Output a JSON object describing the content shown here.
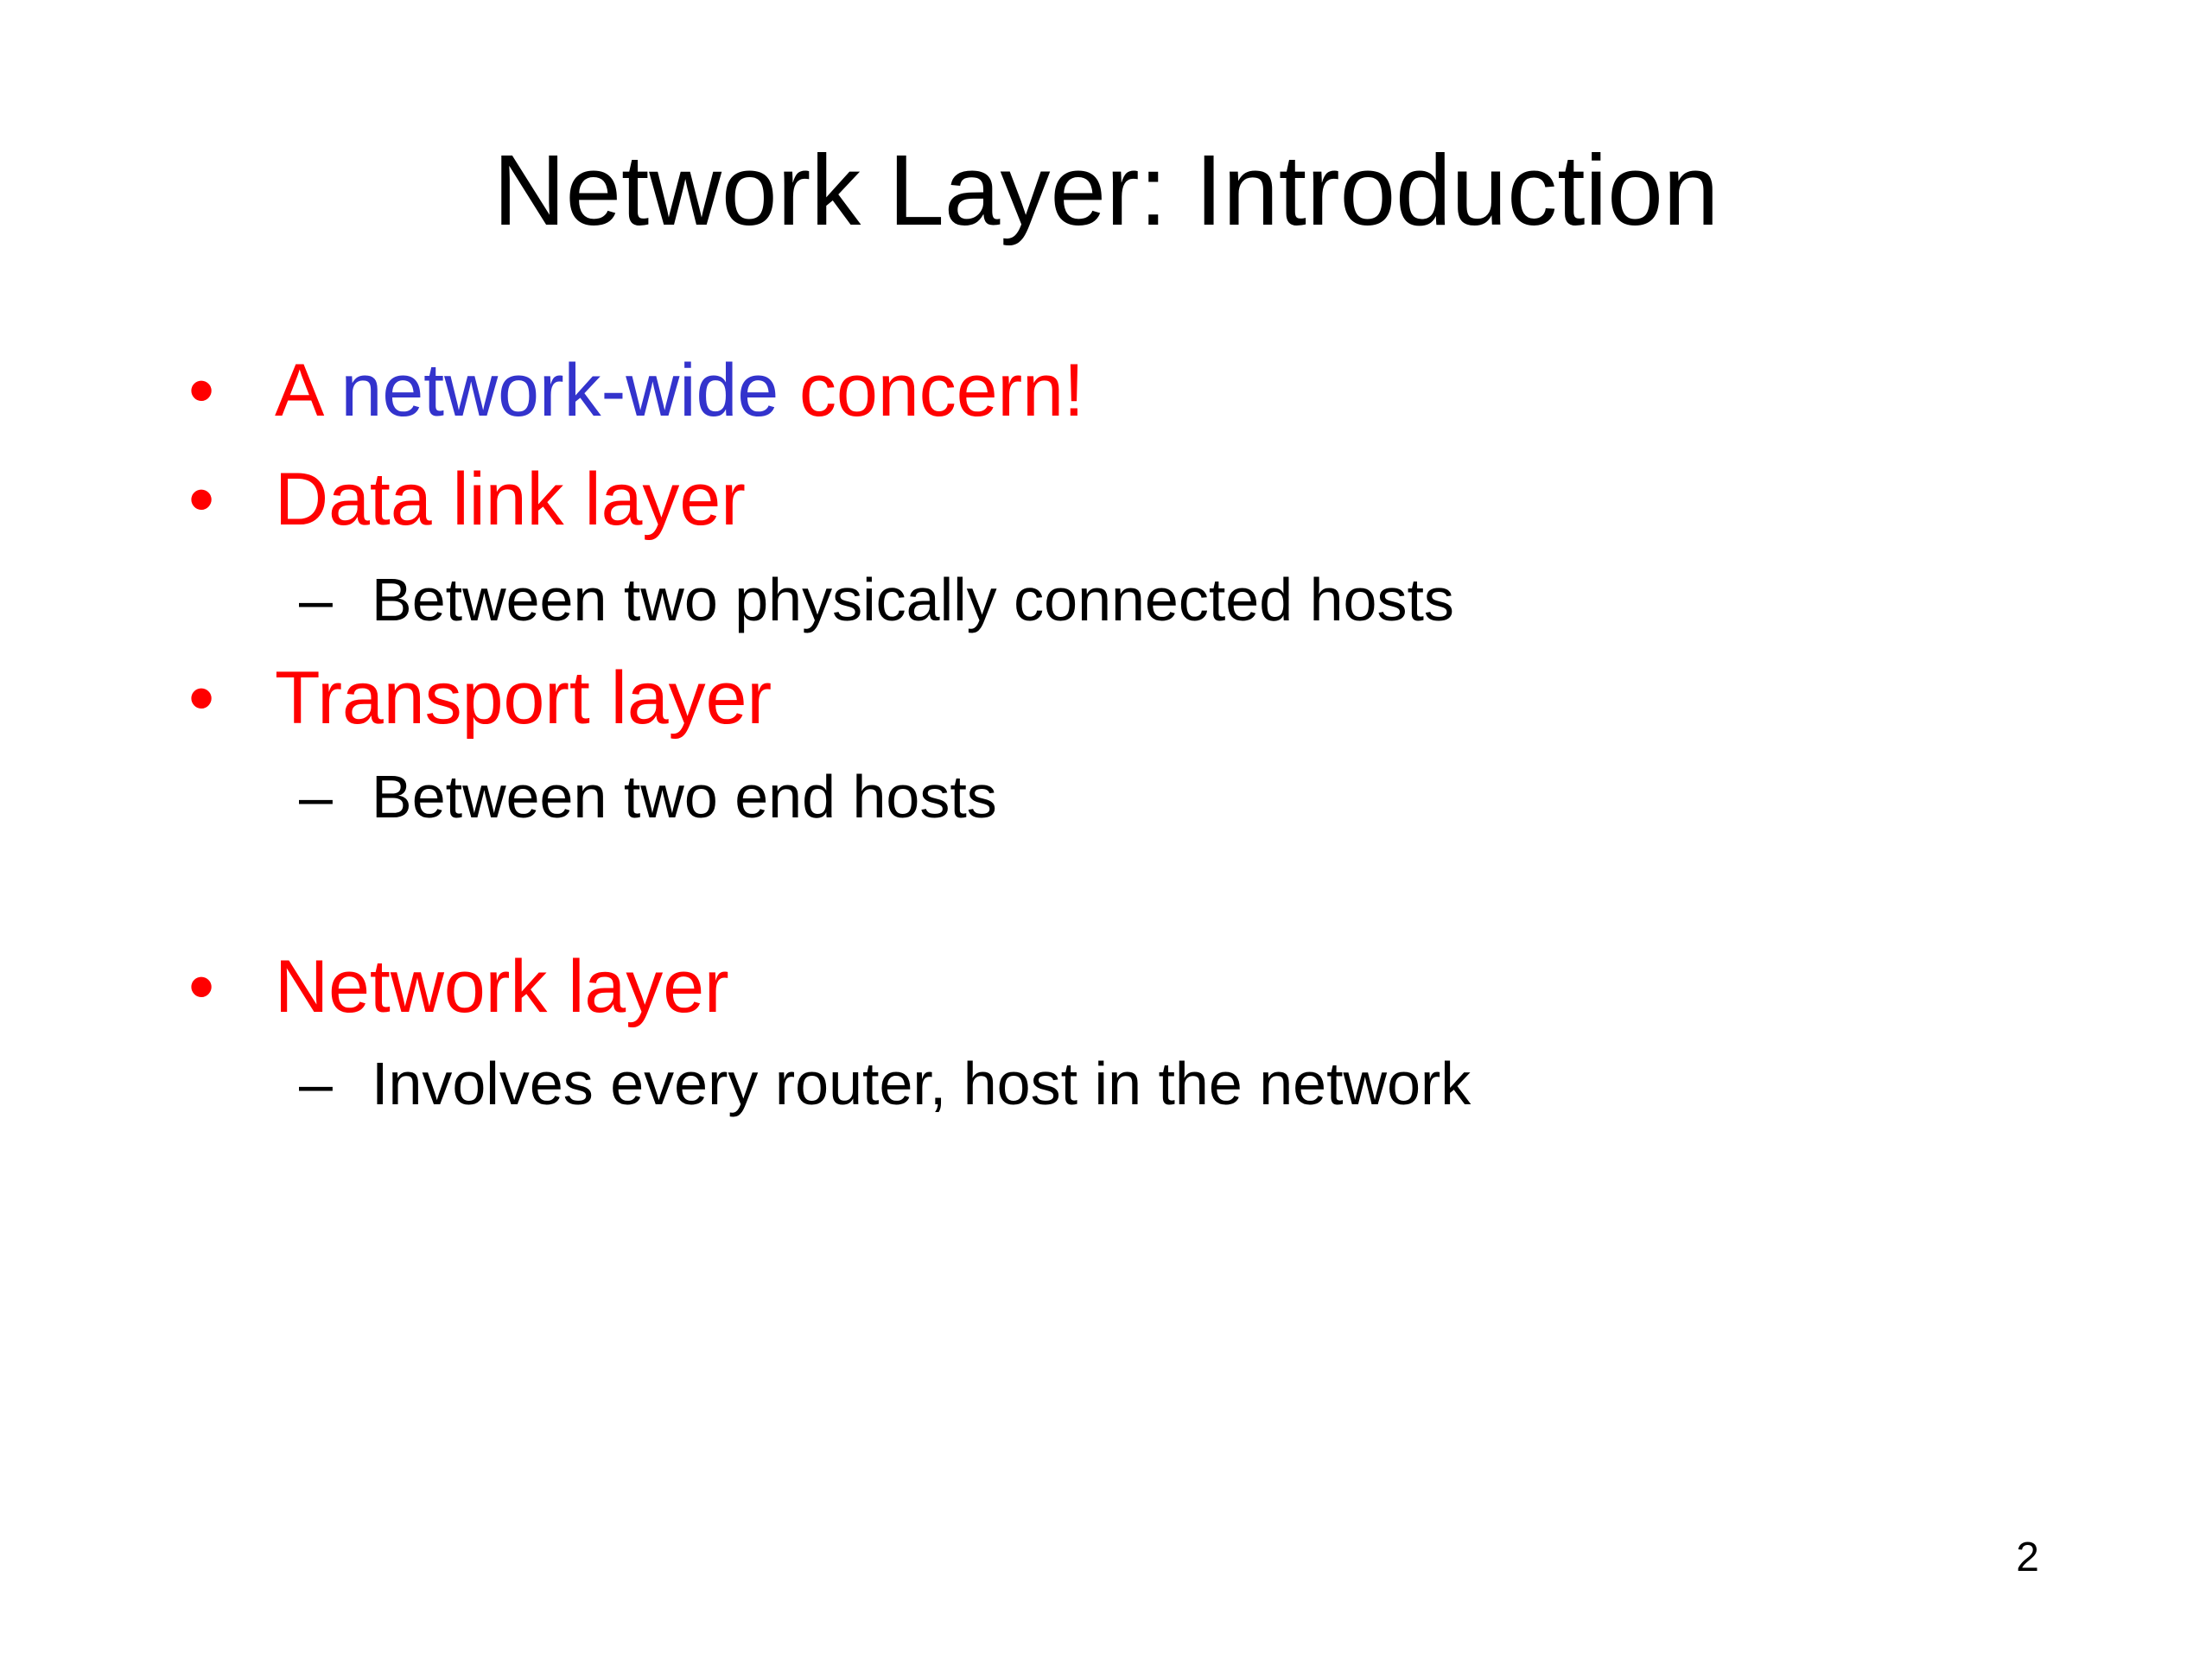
{
  "slide": {
    "title": "Network Layer: Introduction",
    "page_number": "2",
    "bullet_marker": "•",
    "sub_marker": "–",
    "colors": {
      "primary": "#ff0000",
      "accent": "#3333cc",
      "text": "#000000",
      "background": "#ffffff"
    },
    "bullets": [
      {
        "part1": "A ",
        "part2": "network-wide",
        "part3": " concern!"
      },
      {
        "text": "Data link layer",
        "sub": "Between two physically connected hosts"
      },
      {
        "text": "Transport layer",
        "sub": "Between two end hosts"
      },
      {
        "text": "Network layer",
        "sub": "Involves every router, host in the network"
      }
    ]
  }
}
